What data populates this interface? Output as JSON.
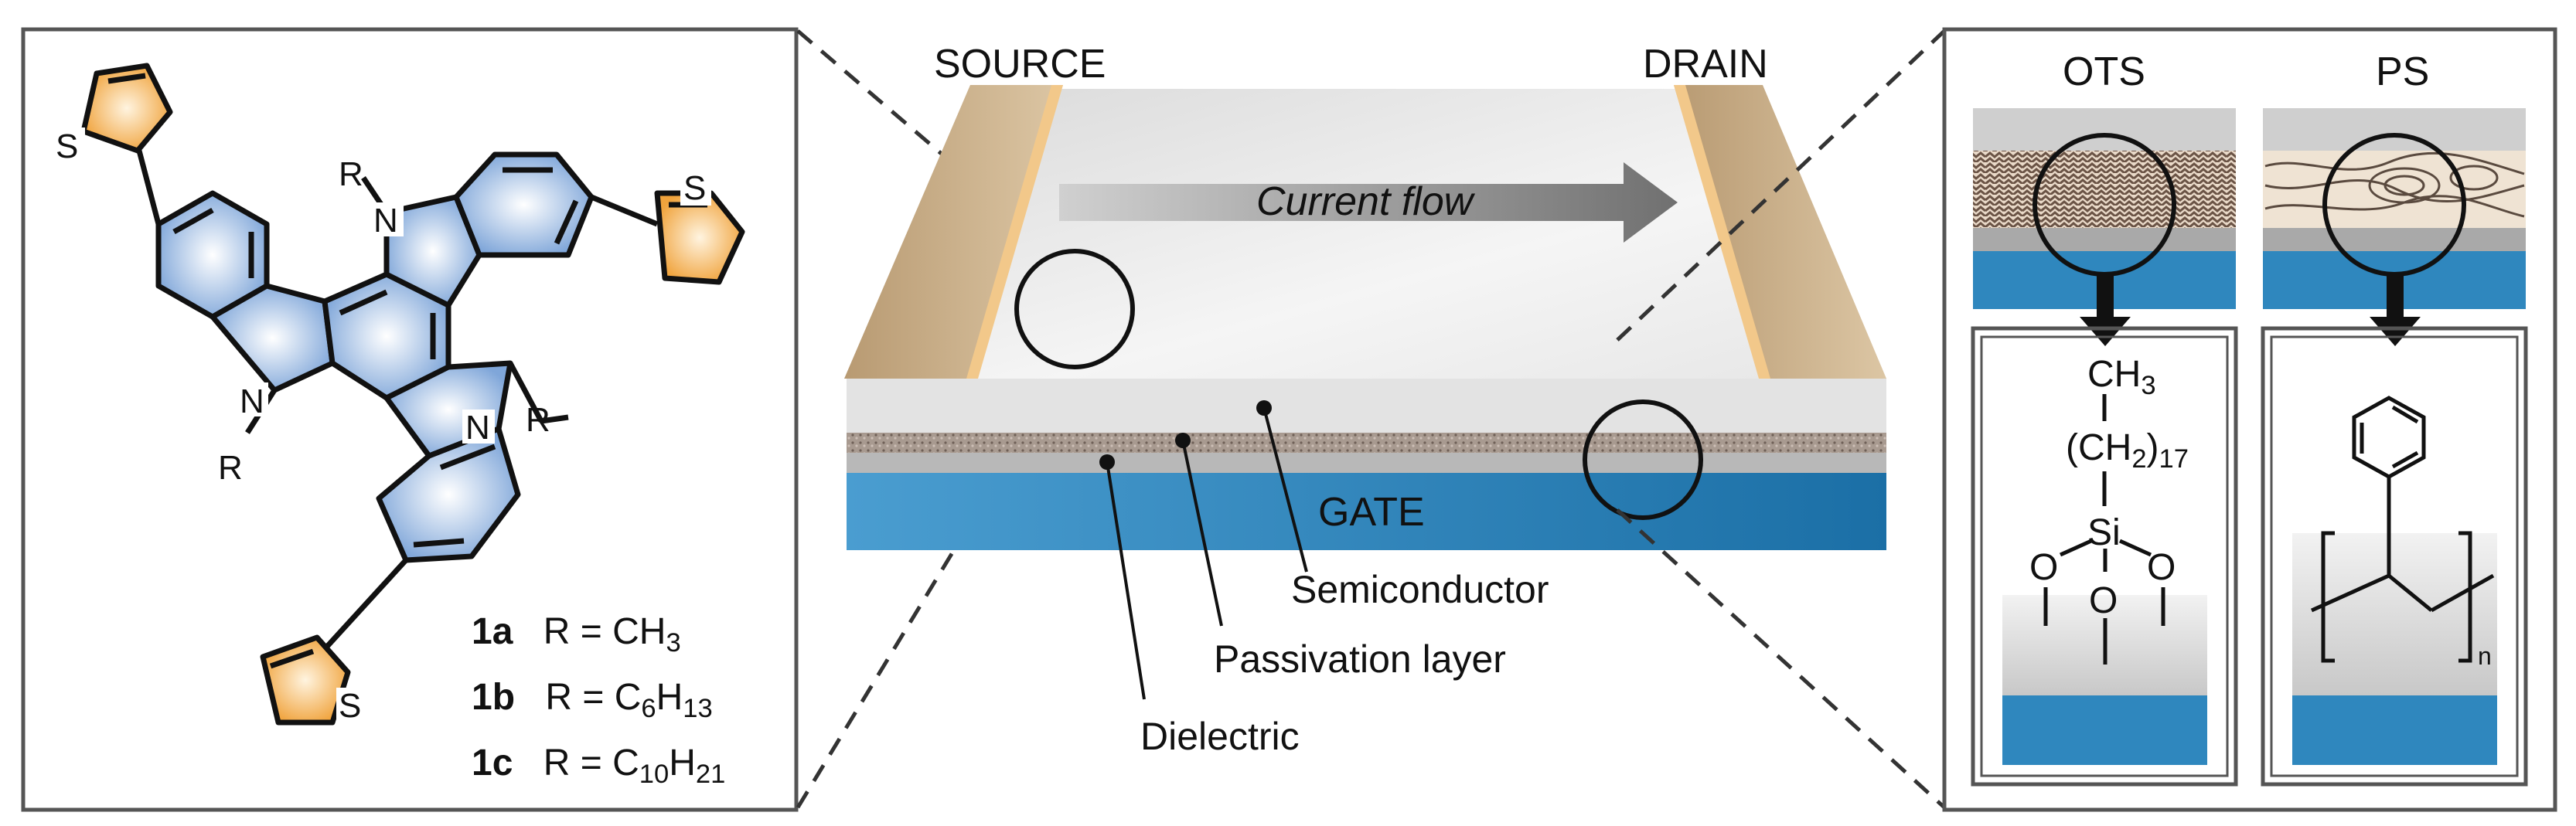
{
  "molecule": {
    "thiophene_atom": "S",
    "n_atom": "N",
    "r_group": "R",
    "compounds": [
      {
        "id": "1a",
        "r_text": "R = CH",
        "sub": "3",
        "tail": ""
      },
      {
        "id": "1b",
        "r_text": "R = C",
        "sub": "6",
        "mid": "H",
        "sub2": "13"
      },
      {
        "id": "1c",
        "r_text": "R = C",
        "sub": "10",
        "mid": "H",
        "sub2": "21"
      }
    ]
  },
  "device": {
    "source_label": "SOURCE",
    "drain_label": "DRAIN",
    "current_label": "Current flow",
    "gate_label": "GATE",
    "semiconductor_label": "Semiconductor",
    "passivation_label": "Passivation layer",
    "dielectric_label": "Dielectric"
  },
  "passivation": {
    "ots_label": "OTS",
    "ps_label": "PS",
    "ots_formula": {
      "ch3": "CH",
      "ch3_sub": "3",
      "ch2": "(CH",
      "ch2_sub": "2",
      "ch2_close": ")",
      "ch2_count": "17",
      "si": "Si",
      "o": "O"
    },
    "ps_formula": {
      "n": "n"
    }
  },
  "colors": {
    "ring_blue": "#a9c4e6",
    "ring_orange": "#f5b55f",
    "gate_blue": "#2f87be",
    "electrode": "#c9b08c"
  }
}
